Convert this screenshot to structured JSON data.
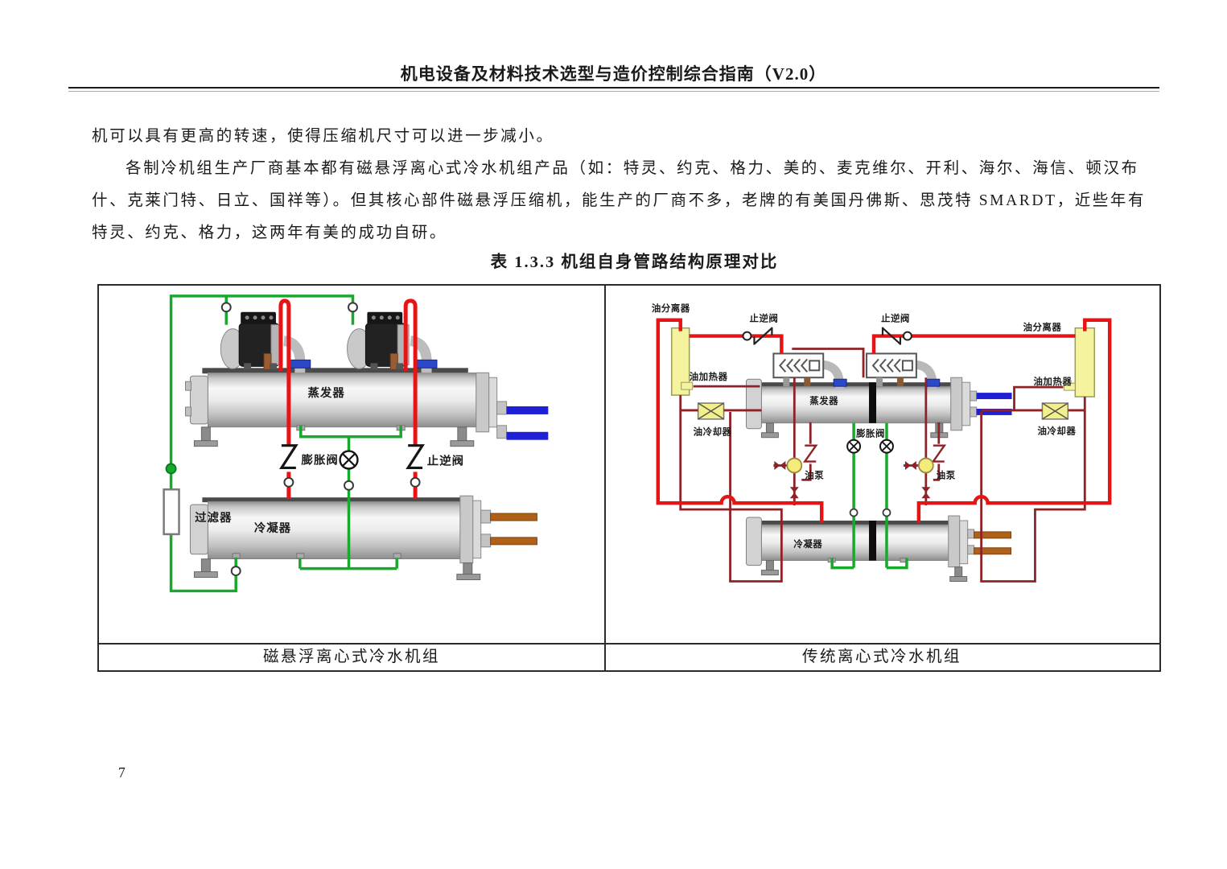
{
  "page": {
    "header_title": "机电设备及材料技术选型与造价控制综合指南（V2.0）",
    "page_number": "7"
  },
  "paragraph": {
    "line1": "机可以具有更高的转速，使得压缩机尺寸可以进一步减小。",
    "line2": "各制冷机组生产厂商基本都有磁悬浮离心式冷水机组产品（如：特灵、约克、格力、美的、麦克维尔、开利、海尔、海信、顿汉布",
    "line3": "什、克莱门特、日立、国祥等）。但其核心部件磁悬浮压缩机，能生产的厂商不多，老牌的有美国丹佛斯、思茂特 SMARDT，近些年有",
    "line4": "特灵、约克、格力，这两年有美的成功自研。"
  },
  "figure": {
    "caption": "表 1.3.3  机组自身管路结构原理对比",
    "left_caption": "磁悬浮离心式冷水机组",
    "right_caption": "传统离心式冷水机组"
  },
  "left_diagram": {
    "labels": {
      "evaporator": "蒸发器",
      "condenser": "冷凝器",
      "filter": "过滤器",
      "expansion_valve": "膨胀阀",
      "check_valve": "止逆阀"
    }
  },
  "right_diagram": {
    "labels": {
      "oil_separator_left": "油分离器",
      "oil_separator_right": "油分离器",
      "check_valve_left": "止逆阀",
      "check_valve_right": "止逆阀",
      "oil_heater_left": "油加热器",
      "oil_heater_right": "油加热器",
      "oil_cooler_left": "油冷却器",
      "oil_cooler_right": "油冷却器",
      "evaporator": "蒸发器",
      "expansion_valve": "膨胀阀",
      "oil_pump_left": "油泵",
      "oil_pump_right": "油泵",
      "condenser": "冷凝器"
    }
  },
  "colors": {
    "pipe_red": "#e61414",
    "pipe_green": "#18a92c",
    "pipe_maroon": "#8e2226",
    "pipe_blue": "#1f1fd6",
    "pipe_brown": "#b06119",
    "component_yellow": "#f5f39b"
  }
}
